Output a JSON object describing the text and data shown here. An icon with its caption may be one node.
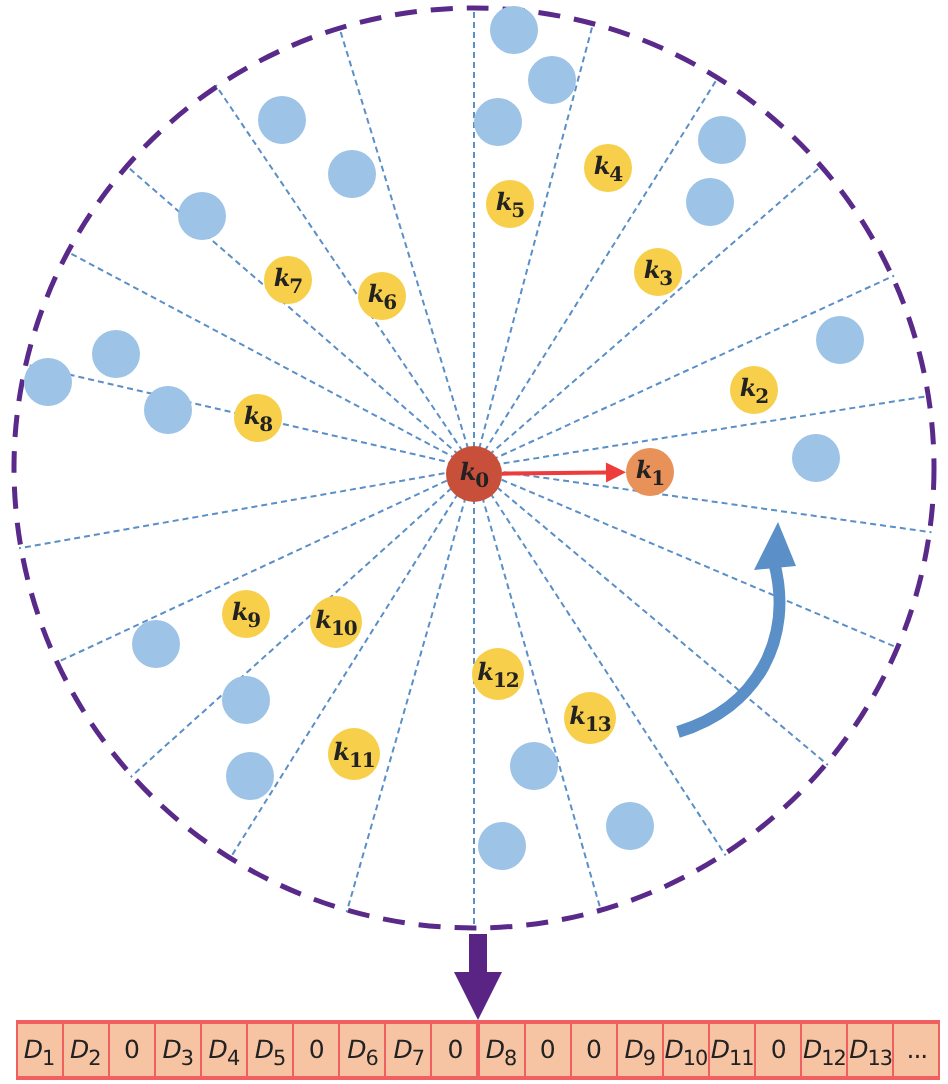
{
  "diagram": {
    "nodes": [
      {
        "text": [],
        "shape": "circle"
      },
      {
        "text": [
          "*k*$_{0}$"
        ],
        "in": 0
      },
      {
        "text": [
          "*k*$_{1}$"
        ],
        "in": 0
      },
      {
        "text": [
          "*k*$_{2}$"
        ],
        "in": 0
      },
      {
        "text": [
          "*k*$_{3}$"
        ],
        "in": 0
      },
      {
        "text": [
          "*k*$_{4}$"
        ],
        "in": 0
      },
      {
        "text": [
          "*k*$_{5}$"
        ],
        "in": 0
      },
      {
        "text": [
          "*k*$_{6}$"
        ],
        "in": 0
      },
      {
        "text": [
          "*k*$_{7}$"
        ],
        "in": 0
      },
      {
        "text": [
          "*k*$_{8}$"
        ],
        "in": 0
      },
      {
        "text": [
          "*k*$_{9}$"
        ],
        "in": 0
      },
      {
        "text": [
          "*k*$_{10}$"
        ],
        "in": 0
      },
      {
        "text": [
          "*k*$_{11}$"
        ],
        "in": 0
      },
      {
        "text": [
          "*k*$_{12}$"
        ],
        "in": 0
      },
      {
        "text": [
          "*k*$_{13}$"
        ],
        "in": 0
      },
      {
        "text": [],
        "shape": "circle",
        "in": 0
      },
      {
        "text": [],
        "shape": "circle",
        "in": 0
      },
      {
        "text": [],
        "shape": "circle",
        "in": 0
      },
      {
        "text": [],
        "shape": "circle",
        "in": 0
      },
      {
        "text": [],
        "shape": "circle",
        "in": 0
      },
      {
        "text": [],
        "shape": "circle",
        "in": 0
      },
      {
        "text": [],
        "shape": "circle",
        "in": 0
      },
      {
        "text": [],
        "shape": "circle",
        "in": 0
      },
      {
        "text": [],
        "shape": "circle",
        "in": 0
      },
      {
        "text": [],
        "shape": "circle",
        "in": 0
      },
      {
        "text": [],
        "shape": "circle",
        "in": 0
      },
      {
        "text": [],
        "shape": "circle",
        "in": 0
      },
      {
        "text": [],
        "shape": "circle",
        "in": 0
      },
      {
        "text": [],
        "shape": "circle",
        "in": 0
      },
      {
        "text": [],
        "shape": "circle",
        "in": 0
      },
      {
        "text": [],
        "shape": "circle",
        "in": 0
      },
      {
        "text": [],
        "shape": "circle",
        "in": 0
      },
      {
        "text": [],
        "shape": "circle",
        "in": 0
      },
      {
        "text": [],
        "shape": "circle",
        "in": 0
      },
      {
        "text": [],
        "shape": "bar"
      },
      {
        "text": [
          "*D*$_{1}$"
        ],
        "in": 34
      },
      {
        "text": [
          "*D*$_{2}$"
        ],
        "in": 34
      },
      {
        "text": [
          "0"
        ],
        "in": 34
      },
      {
        "text": [
          "*D*$_{3}$"
        ],
        "in": 34
      },
      {
        "text": [
          "*D*$_{4}$"
        ],
        "in": 34
      },
      {
        "text": [
          "*D*$_{5}$"
        ],
        "in": 34
      },
      {
        "text": [
          "0"
        ],
        "in": 34
      },
      {
        "text": [
          "*D*$_{6}$"
        ],
        "in": 34
      },
      {
        "text": [
          "*D*$_{7}$"
        ],
        "in": 34
      },
      {
        "text": [
          "0"
        ],
        "in": 34
      },
      {
        "text": [
          "*D*$_{8}$"
        ],
        "in": 34
      },
      {
        "text": [
          "0"
        ],
        "in": 34
      },
      {
        "text": [
          "0"
        ],
        "in": 34
      },
      {
        "text": [
          "*D*$_{9}$"
        ],
        "in": 34
      },
      {
        "text": [
          "*D*$_{10}$"
        ],
        "in": 34
      },
      {
        "text": [
          "*D*$_{11}$"
        ],
        "in": 34
      },
      {
        "text": [
          "0"
        ],
        "in": 34
      },
      {
        "text": [
          "*D*$_{12}$"
        ],
        "in": 34
      },
      {
        "text": [
          "*D*$_{13}$"
        ],
        "in": 34
      },
      {
        "text": [
          "..."
        ],
        "in": 34
      }
    ],
    "edges": [
      {
        "from": 1,
        "to": 2,
        "arrow": "to",
        "color": "#ee3b3b"
      },
      {
        "from": 0,
        "to": 34,
        "arrow": "to",
        "style": "thick",
        "color": "#5a2484"
      }
    ]
  }
}
